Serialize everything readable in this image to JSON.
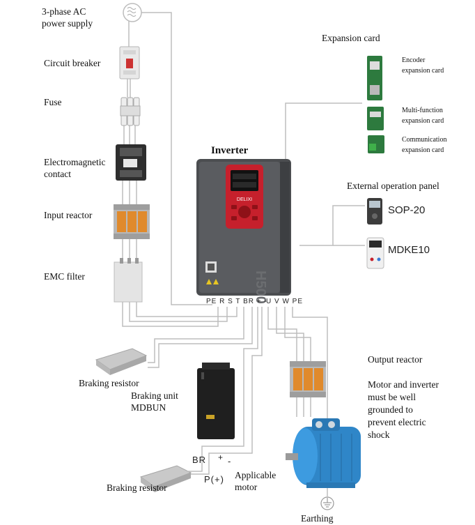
{
  "power_supply": {
    "line1": "3-phase AC",
    "line2": "power supply"
  },
  "components": {
    "circuit_breaker": "Circuit breaker",
    "fuse": "Fuse",
    "contactor_line1": "Electromagnetic",
    "contactor_line2": "contact",
    "input_reactor": "Input reactor",
    "emc_filter": "EMC filter",
    "braking_resistor_1": "Braking resistor",
    "braking_unit_line1": "Braking unit",
    "braking_unit_line2": "MDBUN",
    "braking_resistor_2": "Braking resistor",
    "output_reactor": "Output reactor",
    "applicable_motor_line1": "Applicable",
    "applicable_motor_line2": "motor",
    "earthing": "Earthing"
  },
  "inverter": {
    "title": "Inverter",
    "model": "H500",
    "brand": "DELIXI"
  },
  "terminals": {
    "input": "PE R  S  T  BR  +  -",
    "output": "U  V  W  PE"
  },
  "braking_unit_terminals": {
    "br": "BR",
    "minus": "-",
    "plus": "+",
    "p_plus": "P(+)"
  },
  "expansion": {
    "title": "Expansion card",
    "encoder_line1": "Encoder",
    "encoder_line2": "expansion card",
    "multi_line1": "Multi-function",
    "multi_line2": "expansion card",
    "comm_line1": "Communication",
    "comm_line2": "expansion card"
  },
  "external_panel": {
    "title": "External operation panel",
    "sop": "SOP-20",
    "mdke": "MDKE10"
  },
  "note": {
    "line1": "Motor and inverter",
    "line2": "must be well",
    "line3": "grounded to",
    "line4": "prevent electric",
    "line5": "shock"
  }
}
